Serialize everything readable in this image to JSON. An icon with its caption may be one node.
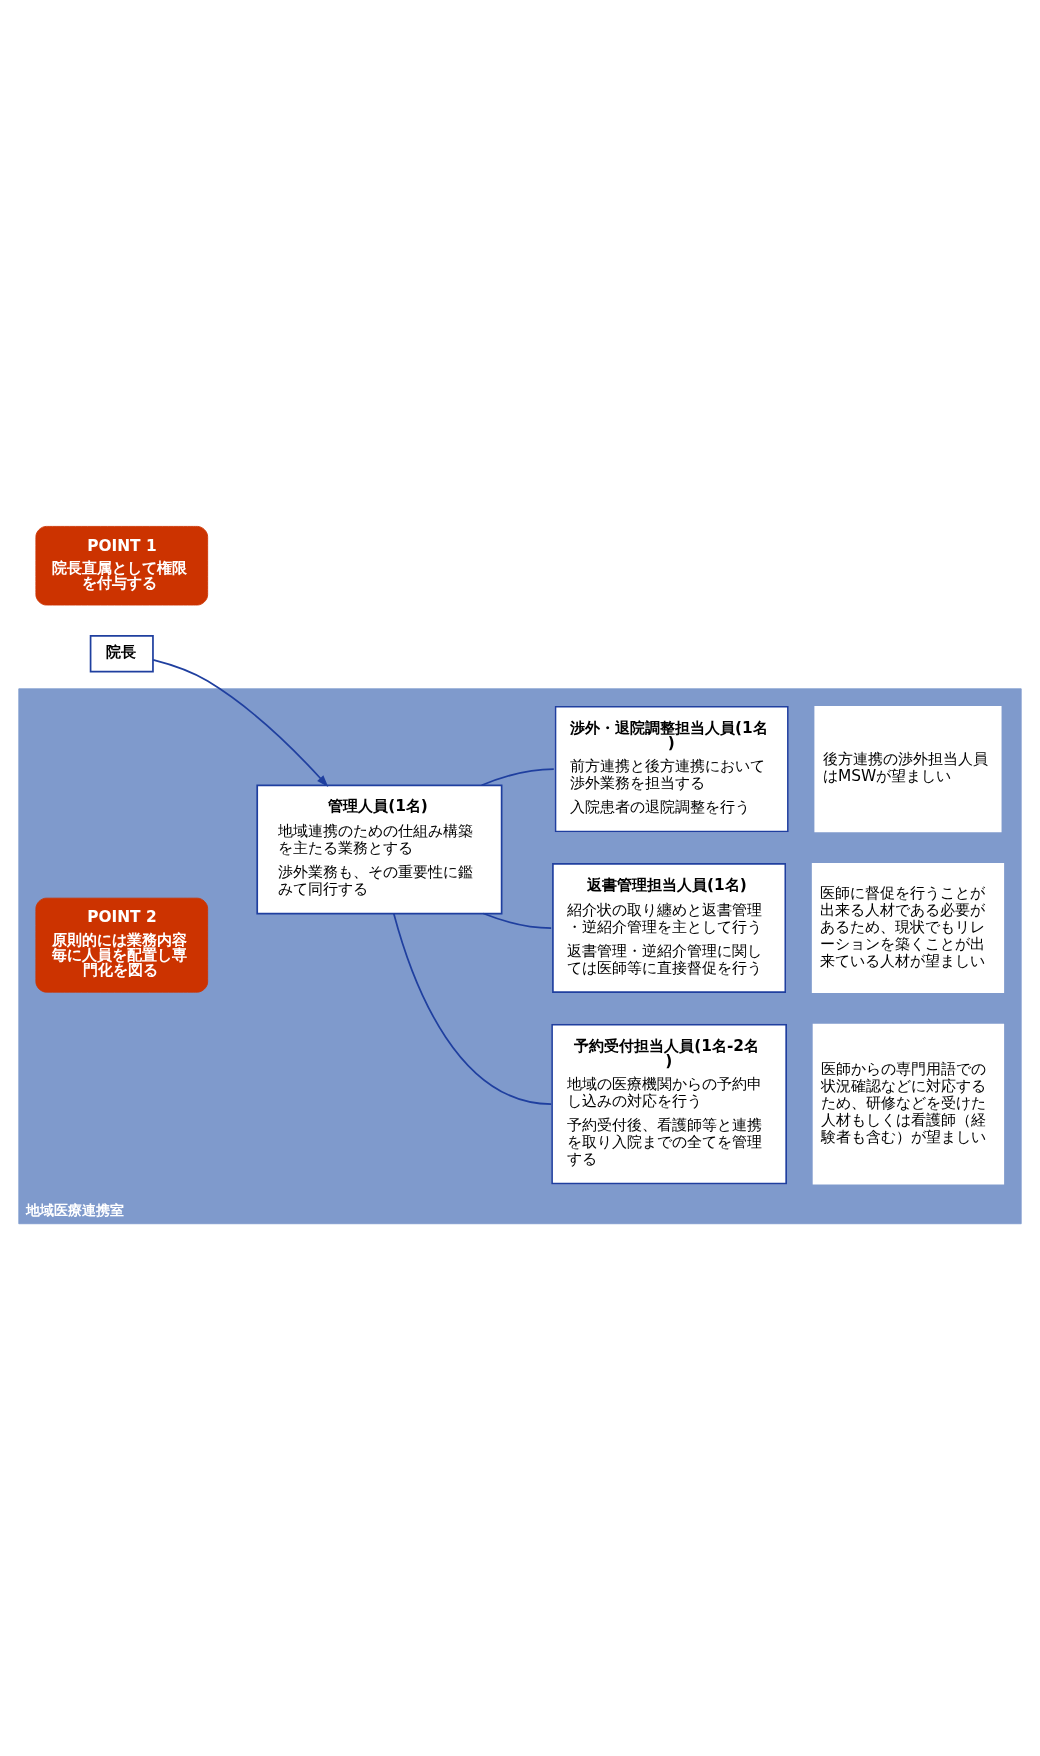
{
  "diagram": {
    "nodes": [
      {
        "text": [
          "院長"
        ]
      },
      {
        "text": [
          "地域医療連携室"
        ]
      },
      {
        "text": [
          "POINT 1",
          "院長直属として権限を付与する"
        ]
      },
      {
        "text": [
          "POINT 2",
          "原則的には業務内容毎に人員を配置し専門化を図る"
        ],
        "in": 1
      },
      {
        "text": [
          "管理人員(1名)",
          "地域連携のための仕組み構築を主たる業務とする",
          "渉外業務も、その重要性に鑑みて同行する"
        ],
        "in": 1
      },
      {
        "text": [
          "予約受付担当人員(1名-2名)",
          "地域の医療機関からの予約申し込みの対応を行う",
          "予約受付後、看護師等と連携を取り入院までの全てを管理する"
        ],
        "in": 1,
        "beside": [
          "医師からの専門用語での状況確認などに対応するため、研修などを受けた人材もしくは看護師（経験者も含む）が望ましい"
        ]
      },
      {
        "text": [
          "返書管理担当人員(1名)",
          "紹介状の取り纏めと返書管理・逆紹介管理を主として行う",
          "返書管理・逆紹介管理に関しては医師等に直接督促を行う"
        ],
        "in": 1,
        "beside": [
          "医師に督促を行うことが出来る人材である必要があるため、現状でもリレーションを築くことが出来ている人材が望ましい"
        ]
      },
      {
        "text": [
          "渉外・退院調整担当人員(1名)",
          "前方連携と後方連携において渉外業務を担当する",
          "入院患者の退院調整を行う"
        ],
        "in": 1,
        "beside": [
          "後方連携の渉外担当人員はMSWが望ましい"
        ]
      }
    ],
    "edges": [
      {
        "from": 0,
        "to": 4,
        "arrow": "to"
      },
      {
        "from": 4,
        "to": 5,
        "arrow": "none"
      },
      {
        "from": 4,
        "to": 6,
        "arrow": "none"
      },
      {
        "from": 4,
        "to": 7,
        "arrow": "none"
      }
    ]
  }
}
